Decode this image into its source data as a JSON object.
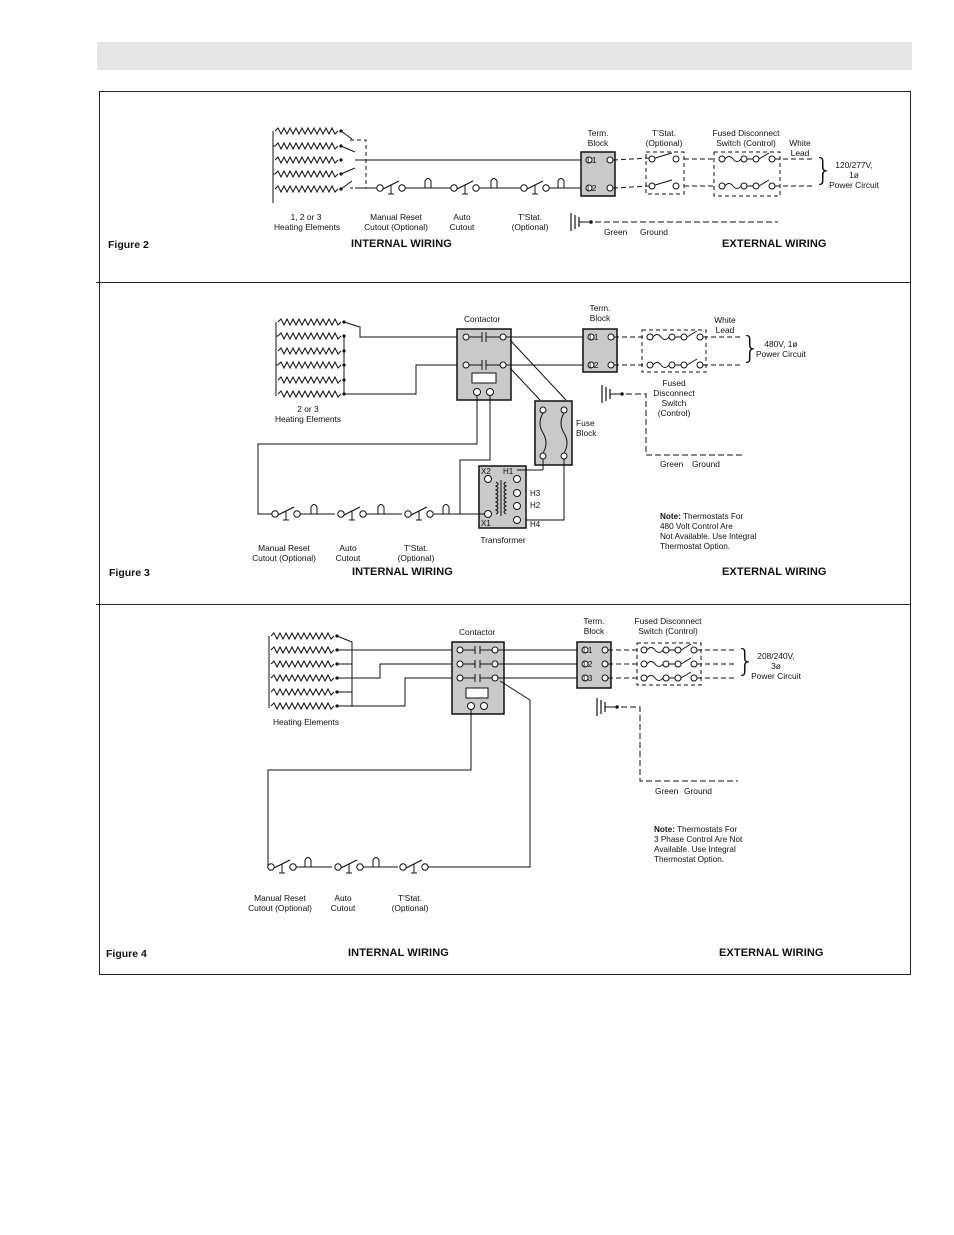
{
  "fig2": {
    "title": "Figure 2",
    "internal": "INTERNAL WIRING",
    "external": "EXTERNAL WIRING",
    "elements_label": [
      "1, 2 or 3",
      "Heating Elements"
    ],
    "manual_reset": [
      "Manual Reset",
      "Cutout (Optional)"
    ],
    "auto_cutout": [
      "Auto",
      "Cutout"
    ],
    "tstat_internal": [
      "T'Stat.",
      "(Optional)"
    ],
    "term_block": [
      "Term.",
      "Block"
    ],
    "tstat_external": [
      "T'Stat.",
      "(Optional)"
    ],
    "fused_switch": [
      "Fused Disconnect",
      "Switch (Control)"
    ],
    "white_lead": [
      "White",
      "Lead"
    ],
    "power": [
      "120/277V,",
      "1ø",
      "Power Circuit"
    ],
    "green": "Green",
    "ground": "Ground",
    "l1": "L1",
    "l2": "L2"
  },
  "fig3": {
    "title": "Figure 3",
    "internal": "INTERNAL WIRING",
    "external": "EXTERNAL WIRING",
    "contactor": "Contactor",
    "term_block": [
      "Term.",
      "Block"
    ],
    "white_lead": [
      "White",
      "Lead"
    ],
    "power": [
      "480V, 1ø",
      "Power Circuit"
    ],
    "fused_switch": [
      "Fused",
      "Disconnect",
      "Switch",
      "(Control)"
    ],
    "fuse_block": [
      "Fuse",
      "Block"
    ],
    "elements_label": [
      "2 or 3",
      "Heating Elements"
    ],
    "transformer": "Transformer",
    "manual_reset": [
      "Manual Reset",
      "Cutout (Optional)"
    ],
    "auto_cutout": [
      "Auto",
      "Cutout"
    ],
    "tstat_internal": [
      "T'Stat.",
      "(Optional)"
    ],
    "green": "Green",
    "ground": "Ground",
    "note_bold": "Note:",
    "note_lines": [
      " Thermostats For",
      "480 Volt Control Are",
      "Not Available. Use Integral",
      "Thermostat Option."
    ],
    "l1": "L1",
    "l2": "L2",
    "x2": "X2",
    "x1": "X1",
    "h1": "H1",
    "h2": "H2",
    "h3": "H3",
    "h4": "H4"
  },
  "fig4": {
    "title": "Figure 4",
    "internal": "INTERNAL WIRING",
    "external": "EXTERNAL WIRING",
    "contactor": "Contactor",
    "term_block": [
      "Term.",
      "Block"
    ],
    "fused_switch": [
      "Fused Disconnect",
      "Switch (Control)"
    ],
    "power": [
      "208/240V,",
      "3ø",
      "Power Circuit"
    ],
    "elements_label": "Heating Elements",
    "manual_reset": [
      "Manual Reset",
      "Cutout (Optional)"
    ],
    "auto_cutout": [
      "Auto",
      "Cutout"
    ],
    "tstat_internal": [
      "T'Stat.",
      "(Optional)"
    ],
    "green": "Green",
    "ground": "Ground",
    "note_bold": "Note:",
    "note_lines": [
      " Thermostats For",
      "3 Phase Control Are Not",
      "Available. Use Integral",
      "Thermostat Option."
    ],
    "l1": "L1",
    "l2": "L2",
    "l3": "L3"
  }
}
